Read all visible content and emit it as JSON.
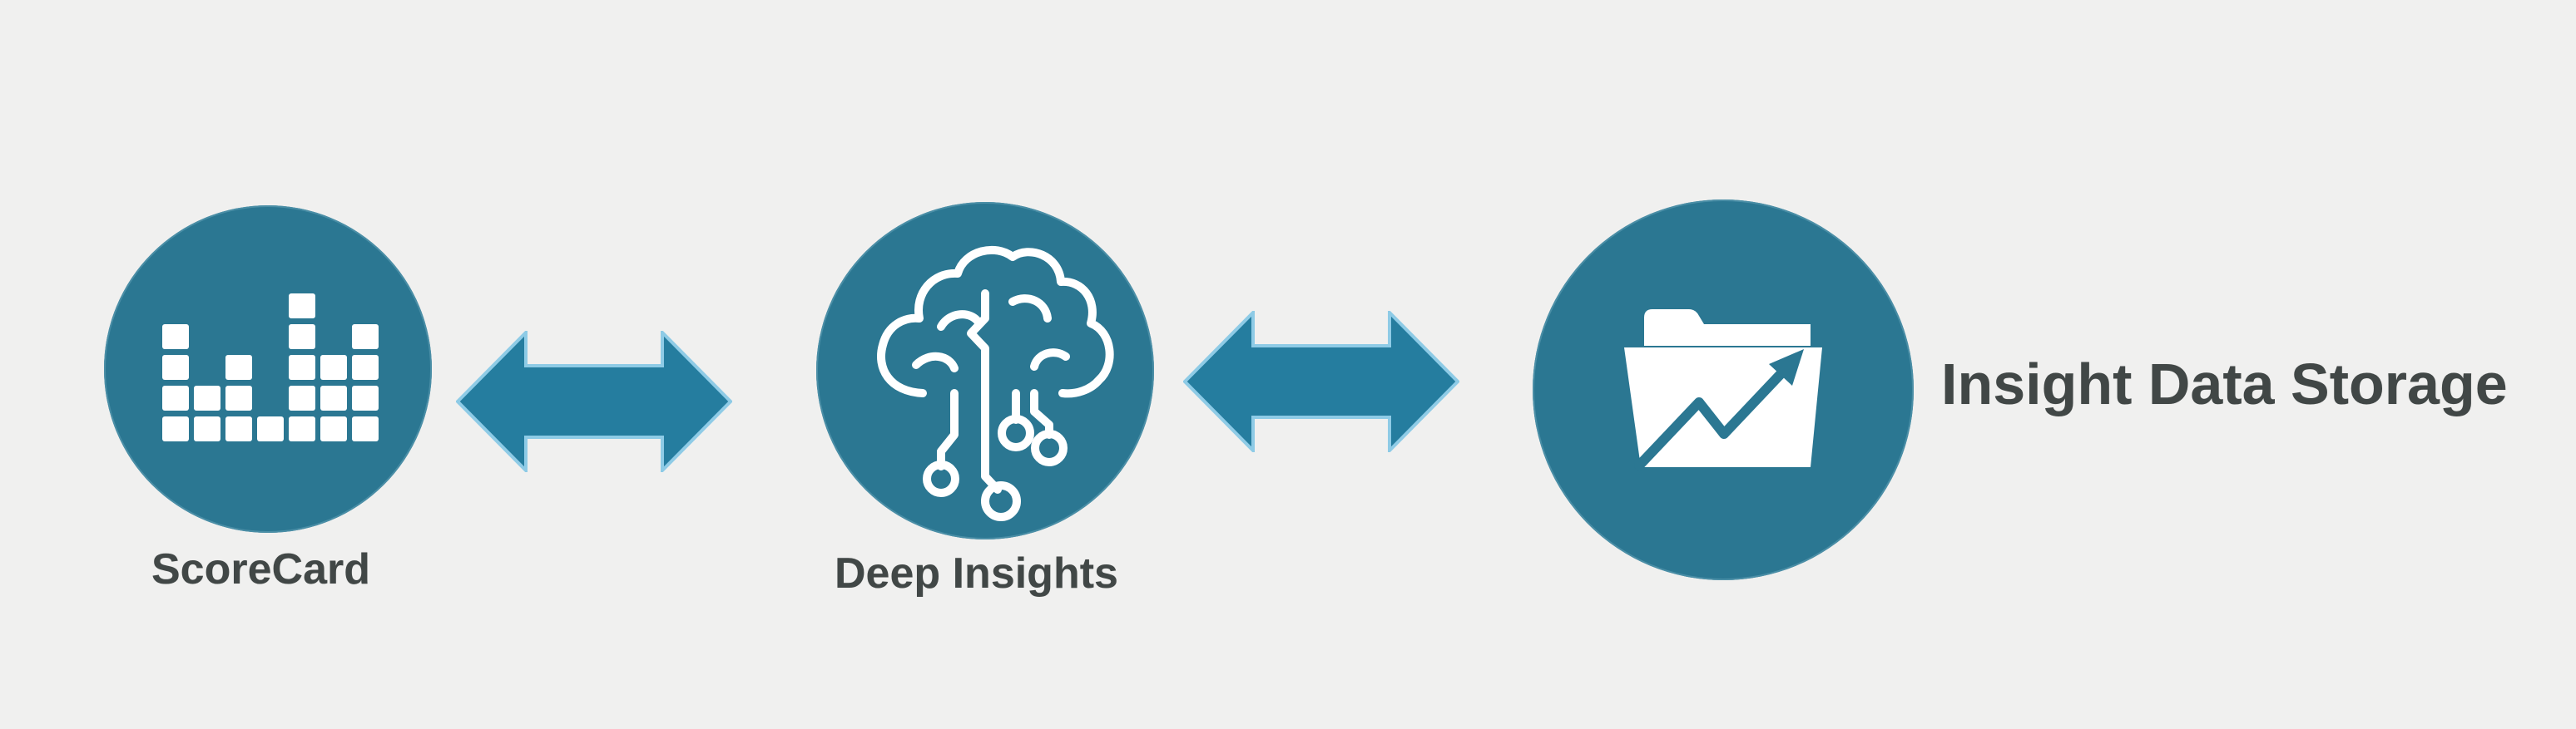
{
  "colors": {
    "background": "#f0f0ef",
    "node_fill": "#2b7792",
    "arrow_fill": "#257d9f",
    "arrow_stroke": "#8ecbe6",
    "icon": "#ffffff",
    "label": "#414746"
  },
  "nodes": [
    {
      "id": "scorecard",
      "label": "ScoreCard",
      "icon": "equalizer-bars-icon"
    },
    {
      "id": "deep-insights",
      "label": "Deep Insights",
      "icon": "brain-circuit-icon"
    },
    {
      "id": "insight-data-storage",
      "label": "Insight Data Storage",
      "icon": "folder-trend-icon"
    }
  ],
  "edges": [
    {
      "from": "scorecard",
      "to": "deep-insights",
      "direction": "bidirectional"
    },
    {
      "from": "deep-insights",
      "to": "insight-data-storage",
      "direction": "bidirectional"
    }
  ]
}
